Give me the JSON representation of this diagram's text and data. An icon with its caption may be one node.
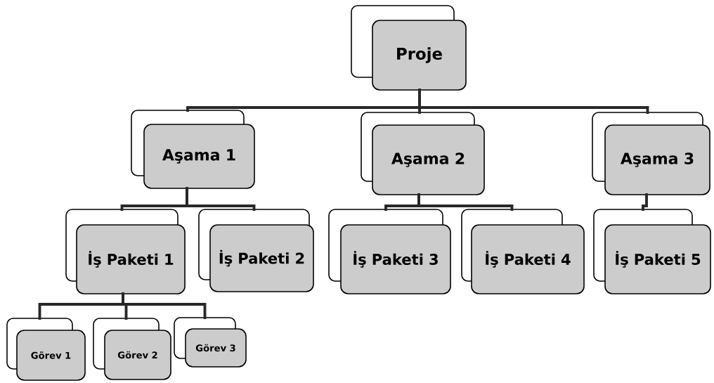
{
  "diagram": {
    "nodes": [
      {
        "text": [
          "Proje"
        ]
      },
      {
        "text": [
          "Aşama 1"
        ]
      },
      {
        "text": [
          "Aşama 2"
        ]
      },
      {
        "text": [
          "Aşama 3"
        ]
      },
      {
        "text": [
          "İş Paketi 1"
        ]
      },
      {
        "text": [
          "İş Paketi 2"
        ]
      },
      {
        "text": [
          "İş Paketi 3"
        ]
      },
      {
        "text": [
          "İş Paketi 4"
        ]
      },
      {
        "text": [
          "İş Paketi 5"
        ]
      },
      {
        "text": [
          "Görev 1"
        ]
      },
      {
        "text": [
          "Görev 2"
        ]
      },
      {
        "text": [
          "Görev 3"
        ]
      }
    ],
    "edges": [
      {
        "from": 0,
        "to": 1,
        "arrow": "none"
      },
      {
        "from": 0,
        "to": 2,
        "arrow": "none"
      },
      {
        "from": 0,
        "to": 3,
        "arrow": "none"
      },
      {
        "from": 1,
        "to": 4,
        "arrow": "none"
      },
      {
        "from": 1,
        "to": 5,
        "arrow": "none"
      },
      {
        "from": 2,
        "to": 6,
        "arrow": "none"
      },
      {
        "from": 2,
        "to": 7,
        "arrow": "none"
      },
      {
        "from": 3,
        "to": 8,
        "arrow": "none"
      },
      {
        "from": 4,
        "to": 9,
        "arrow": "none"
      },
      {
        "from": 4,
        "to": 10,
        "arrow": "none"
      },
      {
        "from": 4,
        "to": 11,
        "arrow": "none"
      }
    ]
  }
}
